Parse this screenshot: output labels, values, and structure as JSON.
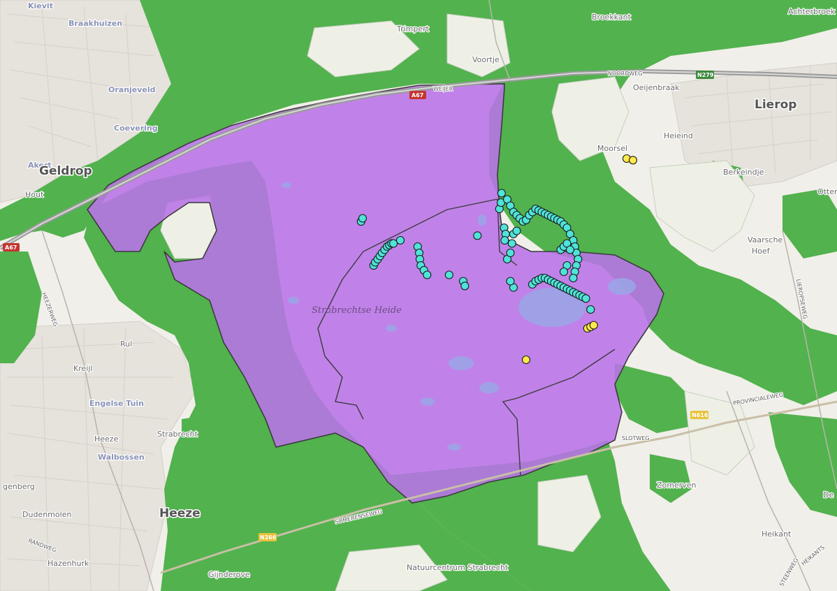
{
  "map": {
    "colors": {
      "background": "#f1efe9",
      "forest": "#52b24e",
      "study_area": "#b873e8",
      "study_area_border": "#3d3a3d",
      "water": "#9aa6e6",
      "road": "#a9a9a9",
      "cyan_points": "#4fe3d9",
      "yellow_points": "#ffe94a",
      "point_outline": "#1a1a1a"
    },
    "place_labels": [
      {
        "text": "Braakhuizen",
        "style": "blue"
      },
      {
        "text": "Oranjeveld",
        "style": "blue"
      },
      {
        "text": "Coevering",
        "style": "blue"
      },
      {
        "text": "Akert",
        "style": "blue"
      },
      {
        "text": "Geldrop",
        "style": "big"
      },
      {
        "text": "Hout",
        "style": "normal"
      },
      {
        "text": "Trimpert",
        "style": "normal"
      },
      {
        "text": "Voortje",
        "style": "normal"
      },
      {
        "text": "Broekkant",
        "style": "normal"
      },
      {
        "text": "Achterbroek",
        "style": "normal"
      },
      {
        "text": "Oeijenbraak",
        "style": "normal"
      },
      {
        "text": "Lierop",
        "style": "big"
      },
      {
        "text": "Heieind",
        "style": "normal"
      },
      {
        "text": "Moorsel",
        "style": "normal"
      },
      {
        "text": "Berkeindje",
        "style": "normal"
      },
      {
        "text": "Otter",
        "style": "normal"
      },
      {
        "text": "Vaarsche",
        "style": "normal"
      },
      {
        "text": "Hoef",
        "style": "normal"
      },
      {
        "text": "Rul",
        "style": "normal"
      },
      {
        "text": "Kreijl",
        "style": "normal"
      },
      {
        "text": "Engelse Tuin",
        "style": "blue"
      },
      {
        "text": "Heeze",
        "style": "normal"
      },
      {
        "text": "Strabrecht",
        "style": "normal"
      },
      {
        "text": "Walbossen",
        "style": "blue"
      },
      {
        "text": "Heeze",
        "style": "big"
      },
      {
        "text": "genberg",
        "style": "normal"
      },
      {
        "text": "Dudenmolen",
        "style": "normal"
      },
      {
        "text": "Hazenhurk",
        "style": "normal"
      },
      {
        "text": "Gijnderove",
        "style": "normal"
      },
      {
        "text": "Zomerven",
        "style": "normal"
      },
      {
        "text": "Heikant",
        "style": "normal"
      },
      {
        "text": "De",
        "style": "normal"
      },
      {
        "text": "Natuurcentrum Strabrecht",
        "style": "normal"
      },
      {
        "text": "Kievit",
        "style": "blue"
      }
    ],
    "area_label": "Strabrechtse Heide",
    "road_labels": [
      "WEIJER",
      "NOORDWEG",
      "SOMERENSEWEG",
      "RANDWEG",
      "PROVINCIALEWEG",
      "LIEROPSEWEG",
      "HEIKANTS",
      "HEEZERWEG",
      "SLOTWEG",
      "STEENWEG"
    ],
    "road_shields": [
      "A67",
      "A67",
      "N279",
      "N616",
      "N266"
    ],
    "cyan_points": [
      [
        -5.45,
        2.0
      ],
      [
        -5.4,
        2.1
      ],
      [
        -5.32,
        2.2
      ],
      [
        -5.25,
        2.3
      ],
      [
        -5.18,
        2.4
      ],
      [
        -5.1,
        2.5
      ],
      [
        -5.02,
        2.6
      ],
      [
        -4.95,
        2.65
      ],
      [
        -4.88,
        2.7
      ],
      [
        -4.82,
        2.7
      ],
      [
        -5.85,
        3.4
      ],
      [
        -5.8,
        3.5
      ],
      [
        -4.6,
        2.8
      ],
      [
        -4.05,
        2.6
      ],
      [
        -4.0,
        2.4
      ],
      [
        -3.98,
        2.2
      ],
      [
        -3.95,
        2.0
      ],
      [
        -3.85,
        1.85
      ],
      [
        -3.75,
        1.7
      ],
      [
        -3.05,
        1.7
      ],
      [
        -2.6,
        1.5
      ],
      [
        -2.55,
        1.35
      ],
      [
        -2.15,
        2.95
      ],
      [
        -1.45,
        3.8
      ],
      [
        -1.4,
        4.0
      ],
      [
        -1.38,
        4.3
      ],
      [
        -1.2,
        4.1
      ],
      [
        -1.1,
        3.9
      ],
      [
        -1.0,
        3.7
      ],
      [
        -0.9,
        3.6
      ],
      [
        -0.8,
        3.5
      ],
      [
        -0.7,
        3.4
      ],
      [
        -0.6,
        3.45
      ],
      [
        -1.3,
        3.2
      ],
      [
        -1.25,
        3.0
      ],
      [
        -1.28,
        2.8
      ],
      [
        -1.2,
        2.2
      ],
      [
        -1.1,
        2.4
      ],
      [
        -1.05,
        2.7
      ],
      [
        -1.0,
        3.0
      ],
      [
        -0.9,
        3.1
      ],
      [
        -0.5,
        3.6
      ],
      [
        -0.4,
        3.7
      ],
      [
        -0.3,
        3.8
      ],
      [
        -0.2,
        3.75
      ],
      [
        -0.1,
        3.7
      ],
      [
        0.0,
        3.65
      ],
      [
        0.1,
        3.6
      ],
      [
        0.2,
        3.55
      ],
      [
        0.3,
        3.5
      ],
      [
        0.4,
        3.45
      ],
      [
        0.5,
        3.4
      ],
      [
        0.6,
        3.3
      ],
      [
        0.7,
        3.2
      ],
      [
        0.8,
        3.0
      ],
      [
        0.9,
        2.8
      ],
      [
        0.95,
        2.6
      ],
      [
        1.0,
        2.4
      ],
      [
        1.05,
        2.2
      ],
      [
        1.0,
        2.0
      ],
      [
        0.95,
        1.8
      ],
      [
        0.9,
        1.6
      ],
      [
        -0.4,
        1.4
      ],
      [
        -0.3,
        1.5
      ],
      [
        -0.2,
        1.55
      ],
      [
        -0.1,
        1.6
      ],
      [
        0.0,
        1.6
      ],
      [
        0.1,
        1.55
      ],
      [
        0.2,
        1.5
      ],
      [
        0.3,
        1.45
      ],
      [
        0.4,
        1.4
      ],
      [
        0.5,
        1.35
      ],
      [
        0.6,
        1.3
      ],
      [
        0.7,
        1.25
      ],
      [
        0.8,
        1.2
      ],
      [
        0.9,
        1.15
      ],
      [
        1.0,
        1.1
      ],
      [
        1.1,
        1.05
      ],
      [
        1.2,
        1.0
      ],
      [
        1.3,
        0.95
      ],
      [
        -1.0,
        1.3
      ],
      [
        -1.1,
        1.5
      ],
      [
        1.45,
        0.6
      ],
      [
        0.5,
        2.5
      ],
      [
        0.6,
        2.6
      ],
      [
        0.7,
        2.7
      ],
      [
        0.8,
        2.5
      ],
      [
        0.7,
        2.0
      ],
      [
        0.6,
        1.8
      ]
    ],
    "yellow_points": [
      [
        2.6,
        5.4
      ],
      [
        2.8,
        5.35
      ],
      [
        -0.6,
        -1.0
      ],
      [
        1.35,
        0.0
      ],
      [
        1.45,
        0.05
      ],
      [
        1.55,
        0.1
      ]
    ]
  }
}
